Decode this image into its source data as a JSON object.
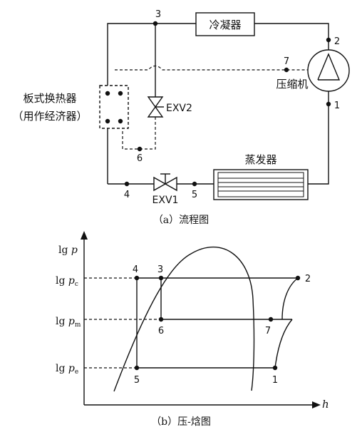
{
  "flow": {
    "condenser_label": "冷凝器",
    "compressor_label": "压缩机",
    "evaporator_label": "蒸发器",
    "hx_label_line1": "板式换热器",
    "hx_label_line2": "（用作经济器）",
    "valve2_label": "EXV2",
    "valve1_label": "EXV1",
    "points": [
      "1",
      "2",
      "3",
      "4",
      "5",
      "6",
      "7"
    ],
    "caption": "（a）流程图"
  },
  "ph": {
    "y_axis_label_main": "lg",
    "y_axis_label_var": "p",
    "x_axis_label": "h",
    "levels": [
      {
        "main": "lg",
        "var": "p",
        "sub": "c"
      },
      {
        "main": "lg",
        "var": "p",
        "sub": "m"
      },
      {
        "main": "lg",
        "var": "p",
        "sub": "e"
      }
    ],
    "points": [
      "4",
      "3",
      "2",
      "6",
      "7",
      "5",
      "1"
    ],
    "caption": "（b）压-焓图"
  }
}
